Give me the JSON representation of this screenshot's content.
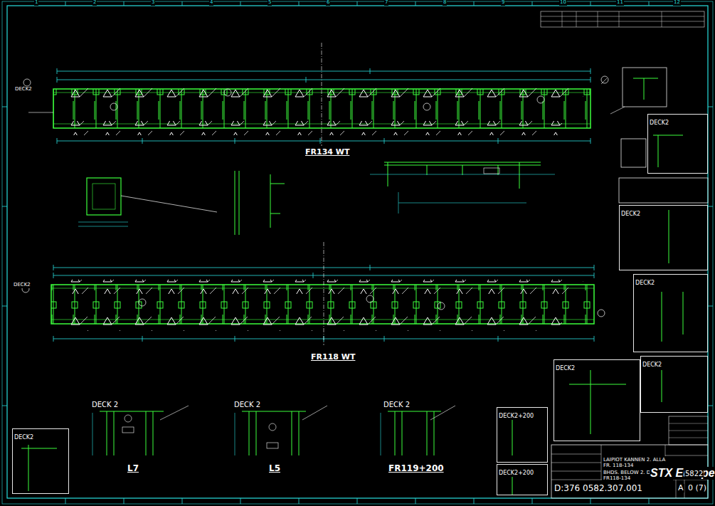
{
  "diagram": {
    "nodes": [
      {
        "text": [
          "DECK2"
        ]
      },
      {
        "text": [
          "DECK2"
        ]
      },
      {
        "text": [
          "DECK2"
        ]
      },
      {
        "text": [
          "DECK2"
        ]
      },
      {
        "text": [
          "DECK2"
        ]
      },
      {
        "text": [
          "DECK2"
        ]
      },
      {
        "text": [
          "DECK2+200"
        ]
      },
      {
        "text": [
          "DECK2+200"
        ]
      },
      {
        "text": [
          "LAIPIOT KANNEN 2. ALLA FR. 118-134",
          "BHDS. BELOW 2. DECK FR118-134"
        ]
      }
    ],
    "edges": [],
    "labels": [
      "1",
      "2",
      "3",
      "4",
      "5",
      "6",
      "7",
      "8",
      "9",
      "10",
      "11",
      "12",
      "FR134 WT",
      "FR118 WT",
      "DECK2",
      "DECK2",
      "L7",
      "L5",
      "FR119+200",
      "DECK 2",
      "DECK 2",
      "DECK 2",
      "STX Europe",
      "D:376 0582.307.001",
      "5822",
      "A",
      "0 (7)"
    ]
  }
}
